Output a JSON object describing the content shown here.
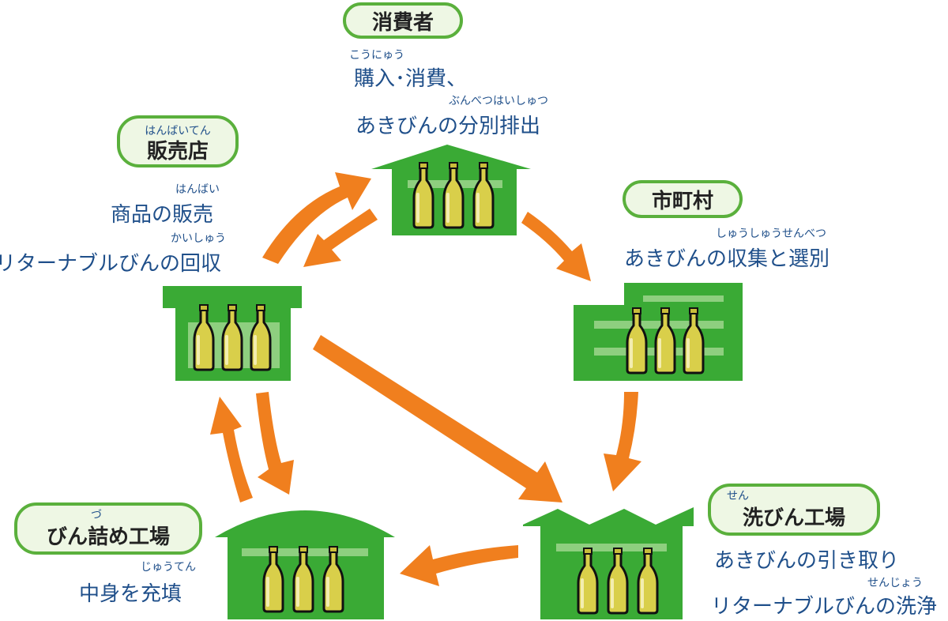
{
  "colors": {
    "arrow": "#f07f1e",
    "building": "#3aaa35",
    "building_stripe": "#8ecf7f",
    "pill_border": "#5ab03c",
    "pill_fill": "#eef7e4",
    "text_label": "#222222",
    "text_desc": "#1f4f8a",
    "bottle_fill": "#d9cf4a",
    "bottle_outline": "#111111"
  },
  "nodes": {
    "consumer": {
      "label": "消費者",
      "ruby1": "こうにゅう",
      "line1": "購入･消費、",
      "ruby2": "ぶんべつはいしゅつ",
      "line2": "あきびんの分別排出"
    },
    "store": {
      "label_ruby": "はんばいてん",
      "label": "販売店",
      "ruby1": "はんばい",
      "line1": "商品の販売",
      "ruby2": "かいしゅう",
      "line2": "リターナブルびんの回収"
    },
    "municipality": {
      "label": "市町村",
      "ruby1": "しゅうしゅうせんべつ",
      "line1": "あきびんの収集と選別"
    },
    "bottler": {
      "label_ruby": "づ",
      "label": "びん詰め工場",
      "ruby1": "じゅうてん",
      "line1": "中身を充填"
    },
    "washer": {
      "label_ruby": "せん",
      "label": "洗びん工場",
      "line1": "あきびんの引き取り",
      "ruby2": "せんじょう",
      "line2": "リターナブルびんの洗浄"
    }
  }
}
